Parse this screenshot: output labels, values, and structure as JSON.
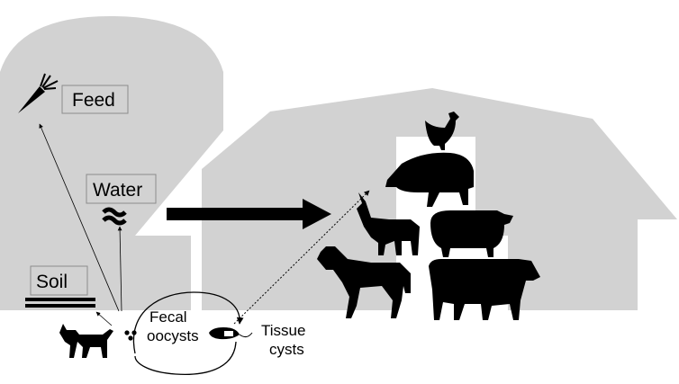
{
  "labels": {
    "feed": "Feed",
    "water": "Water",
    "soil": "Soil",
    "fecal_oocysts": [
      "Fecal",
      "oocysts"
    ],
    "tissue_cysts": [
      "Tissue",
      "cysts"
    ]
  },
  "colors": {
    "building": "#d2d2d2",
    "silhouette": "#000000",
    "label_box": "#d2d2d2",
    "label_box_border": "#8c8c8c"
  },
  "icons": [
    "carrot-icon",
    "water-wave-icon",
    "soil-layers-icon",
    "cat-icon",
    "oocyst-dots-icon",
    "rodent-icon",
    "chicken-icon",
    "pig-icon",
    "goat-icon",
    "sheep-icon",
    "horse-icon",
    "cow-icon"
  ]
}
